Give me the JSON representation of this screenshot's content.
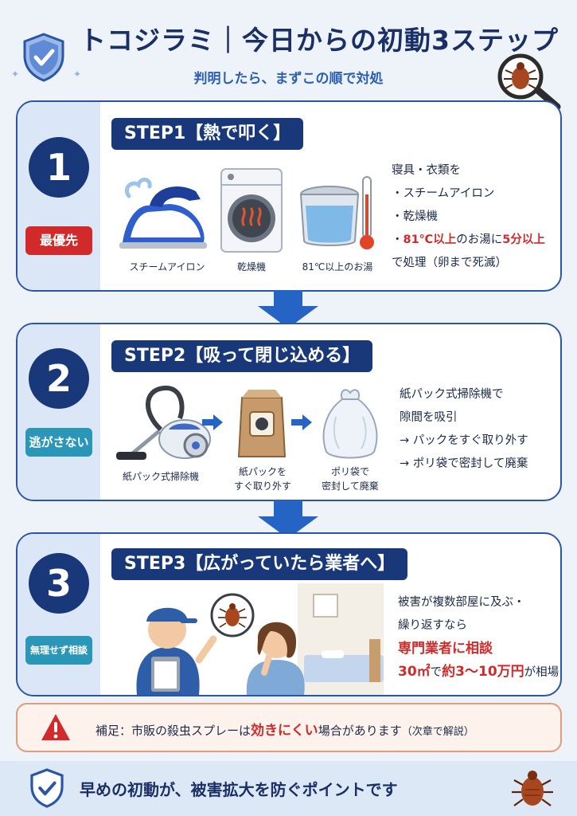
{
  "header": {
    "title": "トコジラミ｜今日からの初動3ステップ",
    "subtitle": "判明したら、まずこの順で対処"
  },
  "step1": {
    "number": "1",
    "badge": "最優先",
    "title": "STEP1【熱で叩く】",
    "captions": [
      "スチームアイロン",
      "乾燥機",
      "81℃以上のお湯"
    ],
    "desc": {
      "line1": "寝具・衣類を",
      "line2": "・スチームアイロン",
      "line3": "・乾燥機",
      "line4_prefix": "・",
      "line4_red1": "81℃以上",
      "line4_mid": "のお湯に",
      "line4_red2": "5分以上",
      "line5": "で処理（卵まで死滅）"
    }
  },
  "step2": {
    "number": "2",
    "badge": "逃がさない",
    "title": "STEP2【吸って閉じ込める】",
    "captions": [
      "紙パック式掃除機",
      "紙パックを",
      "すぐ取り外す",
      "ポリ袋で",
      "密封して廃棄"
    ],
    "desc": {
      "line1": "紙パック式掃除機で",
      "line2": "隙間を吸引",
      "line3": "→ パックをすぐ取り外す",
      "line4": "→ ポリ袋で密封して廃棄"
    }
  },
  "step3": {
    "number": "3",
    "badge": "無理せず相談",
    "title": "STEP3【広がっていたら業者へ】",
    "desc": {
      "line1": "被害が複数部屋に及ぶ・",
      "line2": "繰り返すなら",
      "line3": "専門業者に相談",
      "line4_red1": "30㎡",
      "line4_mid1": "で",
      "line4_red2": "約3〜10万円",
      "line4_mid2": "が相場"
    }
  },
  "note": {
    "prefix": "補足：市販の殺虫スプレーは",
    "red": "効きにくい",
    "suffix": "場合があります",
    "small": "（次章で解説）"
  },
  "footer": {
    "text": "早めの初動が、被害拡大を防ぐポイントです"
  },
  "colors": {
    "navy": "#19387a",
    "accent_red": "#d22a2a",
    "teal": "#2a96b8",
    "border_blue": "#2a56a8"
  }
}
